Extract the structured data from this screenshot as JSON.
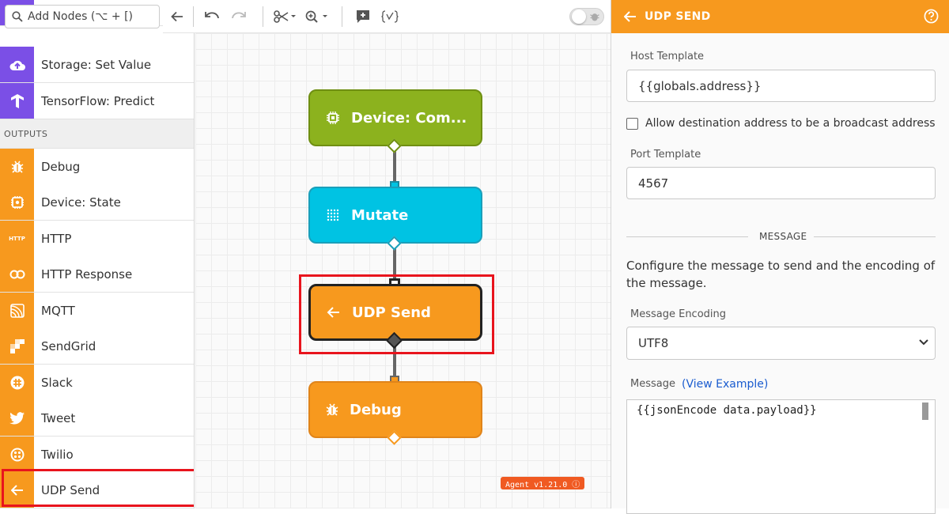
{
  "search": {
    "placeholder": "Add Nodes (⌥ + [)"
  },
  "palette": {
    "items_top": [
      {
        "label": "Storage: Set Value",
        "icon": "cloud-upload-icon",
        "color": "#7b4fe6"
      },
      {
        "label": "TensorFlow: Predict",
        "icon": "tensorflow-icon",
        "color": "#7b4fe6"
      }
    ],
    "section_outputs": "OUTPUTS",
    "outputs": [
      {
        "label": "Debug",
        "icon": "bug-icon"
      },
      {
        "label": "Device: State",
        "icon": "chip-gear-icon"
      },
      {
        "label": "HTTP",
        "icon": "http-icon",
        "icon_text": "HTTP"
      },
      {
        "label": "HTTP Response",
        "icon": "link-icon"
      },
      {
        "label": "MQTT",
        "icon": "rss-icon"
      },
      {
        "label": "SendGrid",
        "icon": "sendgrid-icon"
      },
      {
        "label": "Slack",
        "icon": "slack-icon"
      },
      {
        "label": "Tweet",
        "icon": "twitter-icon"
      },
      {
        "label": "Twilio",
        "icon": "twilio-icon"
      },
      {
        "label": "UDP Send",
        "icon": "arrow-left-icon"
      }
    ]
  },
  "canvas": {
    "nodes": [
      {
        "label": "Device: Com...",
        "icon": "chip-icon",
        "color": "#8cb21e"
      },
      {
        "label": "Mutate",
        "icon": "dots-grid-icon",
        "color": "#00c3e3"
      },
      {
        "label": "UDP Send",
        "icon": "arrow-left-icon",
        "color": "#f7991e"
      },
      {
        "label": "Debug",
        "icon": "bug-icon",
        "color": "#f7991e"
      }
    ],
    "version": "Agent v1.21.0 ⓘ"
  },
  "panel": {
    "title": "UDP SEND",
    "host_label": "Host Template",
    "host_value": "{{globals.address}}",
    "broadcast_label": "Allow destination address to be a broadcast address",
    "broadcast_checked": false,
    "port_label": "Port Template",
    "port_value": "4567",
    "section_message": "MESSAGE",
    "message_desc": "Configure the message to send and the encoding of the message.",
    "encoding_label": "Message Encoding",
    "encoding_value": "UTF8",
    "message_label": "Message",
    "view_example": "(View Example)",
    "message_value": "{{jsonEncode data.payload}}"
  },
  "colors": {
    "accent": "#f7991e",
    "highlight": "#e8141d",
    "purple": "#7b4fe6"
  }
}
